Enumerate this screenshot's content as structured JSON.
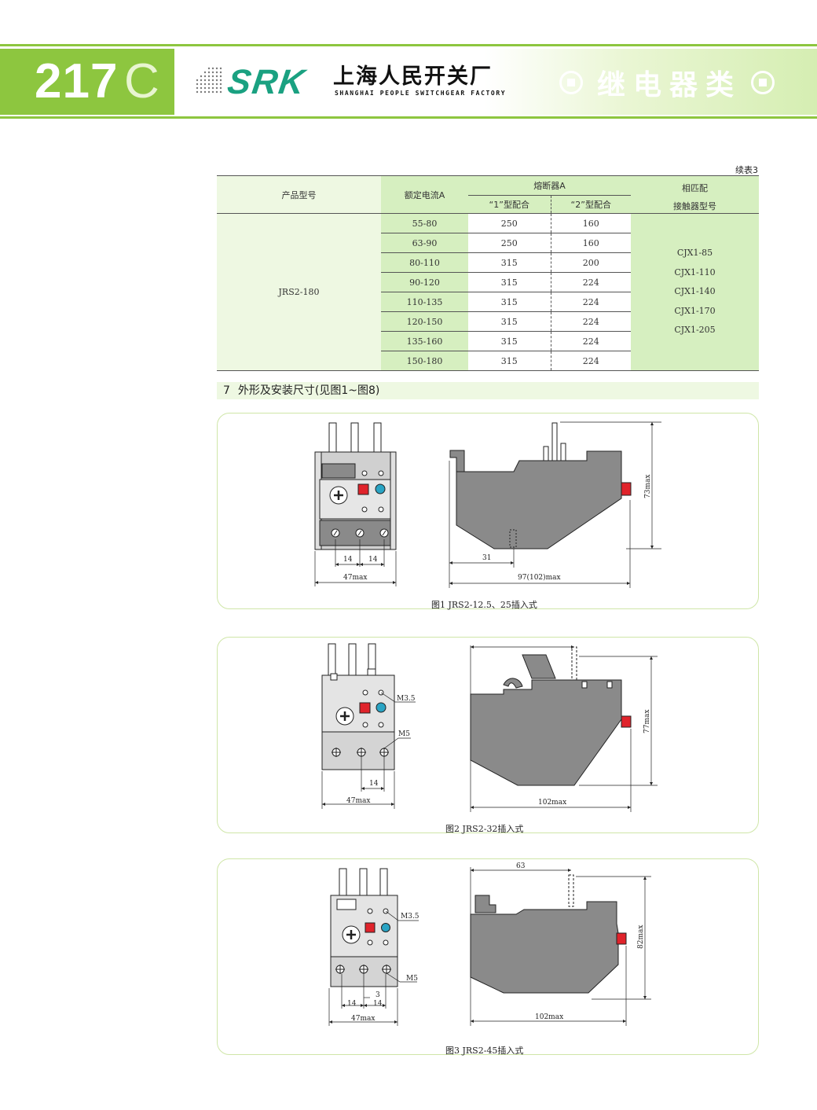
{
  "header": {
    "page_number": "217",
    "page_letter": "C",
    "brand": "SRK",
    "company_cn": "上海人民开关厂",
    "company_en": "SHANGHAI PEOPLE SWITCHGEAR FACTORY",
    "category": "继电器类",
    "accent_color": "#8dc63f",
    "brand_color": "#1aa181"
  },
  "table": {
    "continued_label": "续表3",
    "headers": {
      "product_model": "产品型号",
      "rated_current": "额定电流A",
      "fuse": "熔断器A",
      "fuse_type1": "“1”型配合",
      "fuse_type2": "“2”型配合",
      "contactor_line1": "相匹配",
      "contactor_line2": "接触器型号"
    },
    "product": "JRS2-180",
    "rows": [
      {
        "current": "55-80",
        "type1": "250",
        "type2": "160"
      },
      {
        "current": "63-90",
        "type1": "250",
        "type2": "160"
      },
      {
        "current": "80-110",
        "type1": "315",
        "type2": "200"
      },
      {
        "current": "90-120",
        "type1": "315",
        "type2": "224"
      },
      {
        "current": "110-135",
        "type1": "315",
        "type2": "224"
      },
      {
        "current": "120-150",
        "type1": "315",
        "type2": "224"
      },
      {
        "current": "135-160",
        "type1": "315",
        "type2": "224"
      },
      {
        "current": "150-180",
        "type1": "315",
        "type2": "224"
      }
    ],
    "contactors": [
      "CJX1-85",
      "CJX1-110",
      "CJX1-140",
      "CJX1-170",
      "CJX1-205"
    ]
  },
  "section": {
    "number": "7",
    "title": "外形及安装尺寸(见图1~图8)"
  },
  "figures": [
    {
      "caption": "图1 JRS2-12.5、25插入式",
      "dims": {
        "pitch_a": "14",
        "pitch_b": "14",
        "width": "47max",
        "offset": "31",
        "length": "97(102)max",
        "height": "73max"
      }
    },
    {
      "caption": "图2 JRS2-32插入式",
      "dims": {
        "screw_top": "M3.5",
        "screw_bottom": "M5",
        "pitch": "14",
        "width": "47max",
        "length": "102max",
        "height": "77max"
      }
    },
    {
      "caption": "图3 JRS2-45插入式",
      "dims": {
        "screw_top": "M3.5",
        "screw_bottom": "M5",
        "small": "3",
        "pitch_a": "14",
        "pitch_b": "14",
        "width": "47max",
        "top_offset": "63",
        "length": "102max",
        "height": "82max"
      }
    }
  ]
}
